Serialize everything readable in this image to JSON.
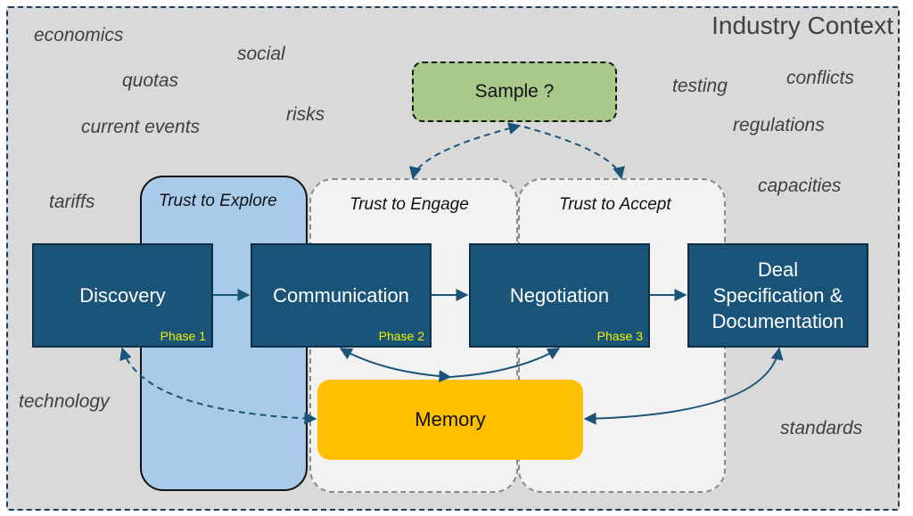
{
  "title": "Industry Context",
  "context_terms": {
    "economics": "economics",
    "social": "social",
    "quotas": "quotas",
    "current_events": "current events",
    "risks": "risks",
    "tariffs": "tariffs",
    "technology": "technology",
    "testing": "testing",
    "conflicts": "conflicts",
    "regulations": "regulations",
    "capacities": "capacities",
    "standards": "standards"
  },
  "zones": {
    "explore": "Trust to Explore",
    "engage": "Trust to Engage",
    "accept": "Trust to Accept"
  },
  "stages": {
    "discovery": {
      "label": "Discovery",
      "phase": "Phase 1"
    },
    "communication": {
      "label": "Communication",
      "phase": "Phase 2"
    },
    "negotiation": {
      "label": "Negotiation",
      "phase": "Phase 3"
    },
    "deal": {
      "line1": "Deal",
      "line2": "Specification &",
      "line3": "Documentation"
    }
  },
  "memory": "Memory",
  "sample": "Sample ?",
  "colors": {
    "stage_box": "#1a5479",
    "explore_zone": "#a9cbea",
    "memory": "#ffc000",
    "sample": "#a9c98a",
    "phase_text": "#f2f200",
    "background": "#d9d9d9"
  }
}
